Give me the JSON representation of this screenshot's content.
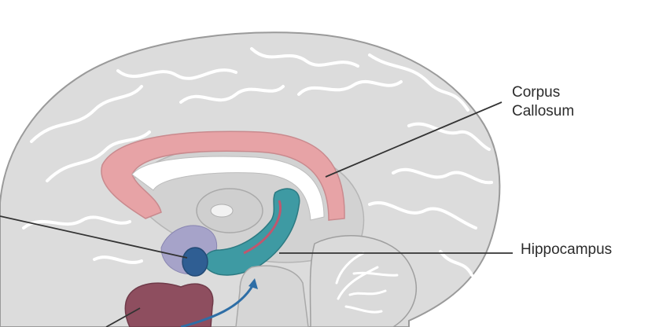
{
  "labels": {
    "corpus_callosum": [
      "Corpus",
      "Callosum"
    ],
    "hippocampus": "Hippocampus"
  },
  "colors": {
    "brain_fill": "#dcdcdc",
    "brain_outline": "#9a9a9a",
    "gyri_line": "#ffffff",
    "corpus_callosum": "#e7a3a6",
    "hippocampus": "#3e9aa3",
    "amygdala": "#2f5e93",
    "hypothalamus_region": "#a6a3c9",
    "pituitary_region": "#8e4e5f",
    "arrow": "#2e6ea6",
    "leader_line": "#333333"
  }
}
